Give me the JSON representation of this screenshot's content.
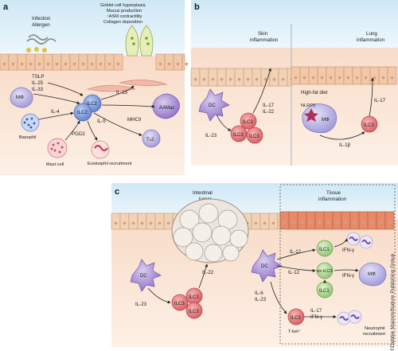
{
  "panels": {
    "a": {
      "letter": "a",
      "infection_allergen": [
        "Infection",
        "Allergen"
      ],
      "cytokines_left": [
        "TSLP",
        "IL-25",
        "IL-33"
      ],
      "effects": [
        "Goblet cell hyperplasia",
        "Mucus production",
        "↑ASM contractility",
        "Collagen deposition"
      ],
      "il13": "IL-13",
      "il4": "IL-4",
      "il5": "IL-5",
      "pgd2": "PGD2",
      "mhcii": "MHCII",
      "cells": {
        "macrophage": "MΦ",
        "ilc2": "ILC2",
        "aamac": "AAMac",
        "th2": "Tₕ2",
        "basophil": "Basophil",
        "mast_cell": "Mast cell",
        "eosinophil": "Eosinophil recruitment"
      }
    },
    "b": {
      "letter": "b",
      "skin_title": [
        "Skin",
        "inflammation"
      ],
      "lung_title": [
        "Lung",
        "inflammation"
      ],
      "dc": "DC",
      "ilc3": "ILC3",
      "il23": "IL-23",
      "il17_il22": [
        "IL-17",
        "IL-22"
      ],
      "high_fat": "High-fat diet",
      "nlrp3": "NLRP3",
      "macrophage": "MΦ",
      "il1b": "IL-1β",
      "il17": "IL-17"
    },
    "c": {
      "letter": "c",
      "tumor": [
        "Intestinal",
        "tumor"
      ],
      "tissue": [
        "Tissue",
        "inflammation"
      ],
      "dc": "DC",
      "il23": "IL-23",
      "il22": "IL-22",
      "il12": "IL-12",
      "il6_il23": [
        "IL-6",
        "IL-23"
      ],
      "ilc1": "ILC1",
      "ex_ilc3": "ex-ILC3",
      "ilc3": "ILC3",
      "tbet": "T-bet⁺",
      "ifng": "IFN-γ",
      "il17_ifng": [
        "IL-17",
        "IFN-γ"
      ],
      "macrophage": "MΦ",
      "neutrophil": [
        "Neutrophil",
        "recruitment"
      ]
    }
  },
  "credit": "©Debbie Maizels/Nature Publishing Group",
  "colors": {
    "epithelium": "#f2c9a8",
    "lumen": "#d9eef8",
    "tissue": "#f6d9c6",
    "ilc_blue": "#6f8fd6",
    "ilc3_red": "#e0666b",
    "ilc1_green": "#9fd17e",
    "dc_purple": "#a68bd4",
    "mac_lilac": "#b6b3e6"
  }
}
